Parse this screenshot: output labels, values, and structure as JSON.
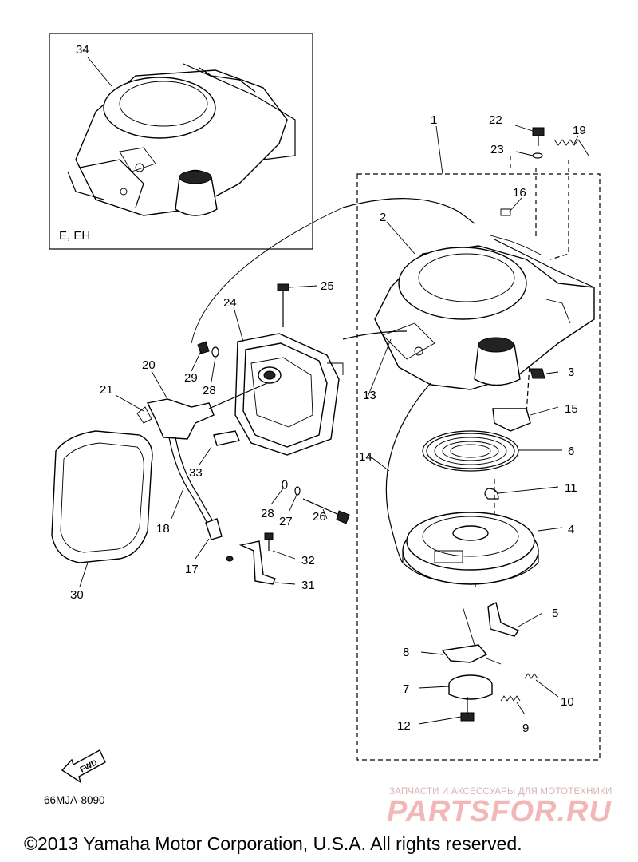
{
  "inset": {
    "label": "E, EH",
    "part": "34"
  },
  "parts": [
    "1",
    "2",
    "3",
    "4",
    "5",
    "6",
    "7",
    "8",
    "9",
    "10",
    "11",
    "12",
    "13",
    "14",
    "15",
    "16",
    "17",
    "18",
    "19",
    "20",
    "21",
    "22",
    "23",
    "24",
    "25",
    "26",
    "27",
    "28",
    "28",
    "29",
    "30",
    "31",
    "32",
    "33",
    "34"
  ],
  "fwd_label": "FWD",
  "diagram_code": "66MJA-8090",
  "watermark": {
    "tagline": "ЗАПЧАСТИ И АКСЕССУАРЫ ДЛЯ МОТОТЕХНИКИ",
    "brand": "PARTSFOR.RU"
  },
  "copyright": "©2013 Yamaha Motor Corporation, U.S.A. All rights reserved."
}
